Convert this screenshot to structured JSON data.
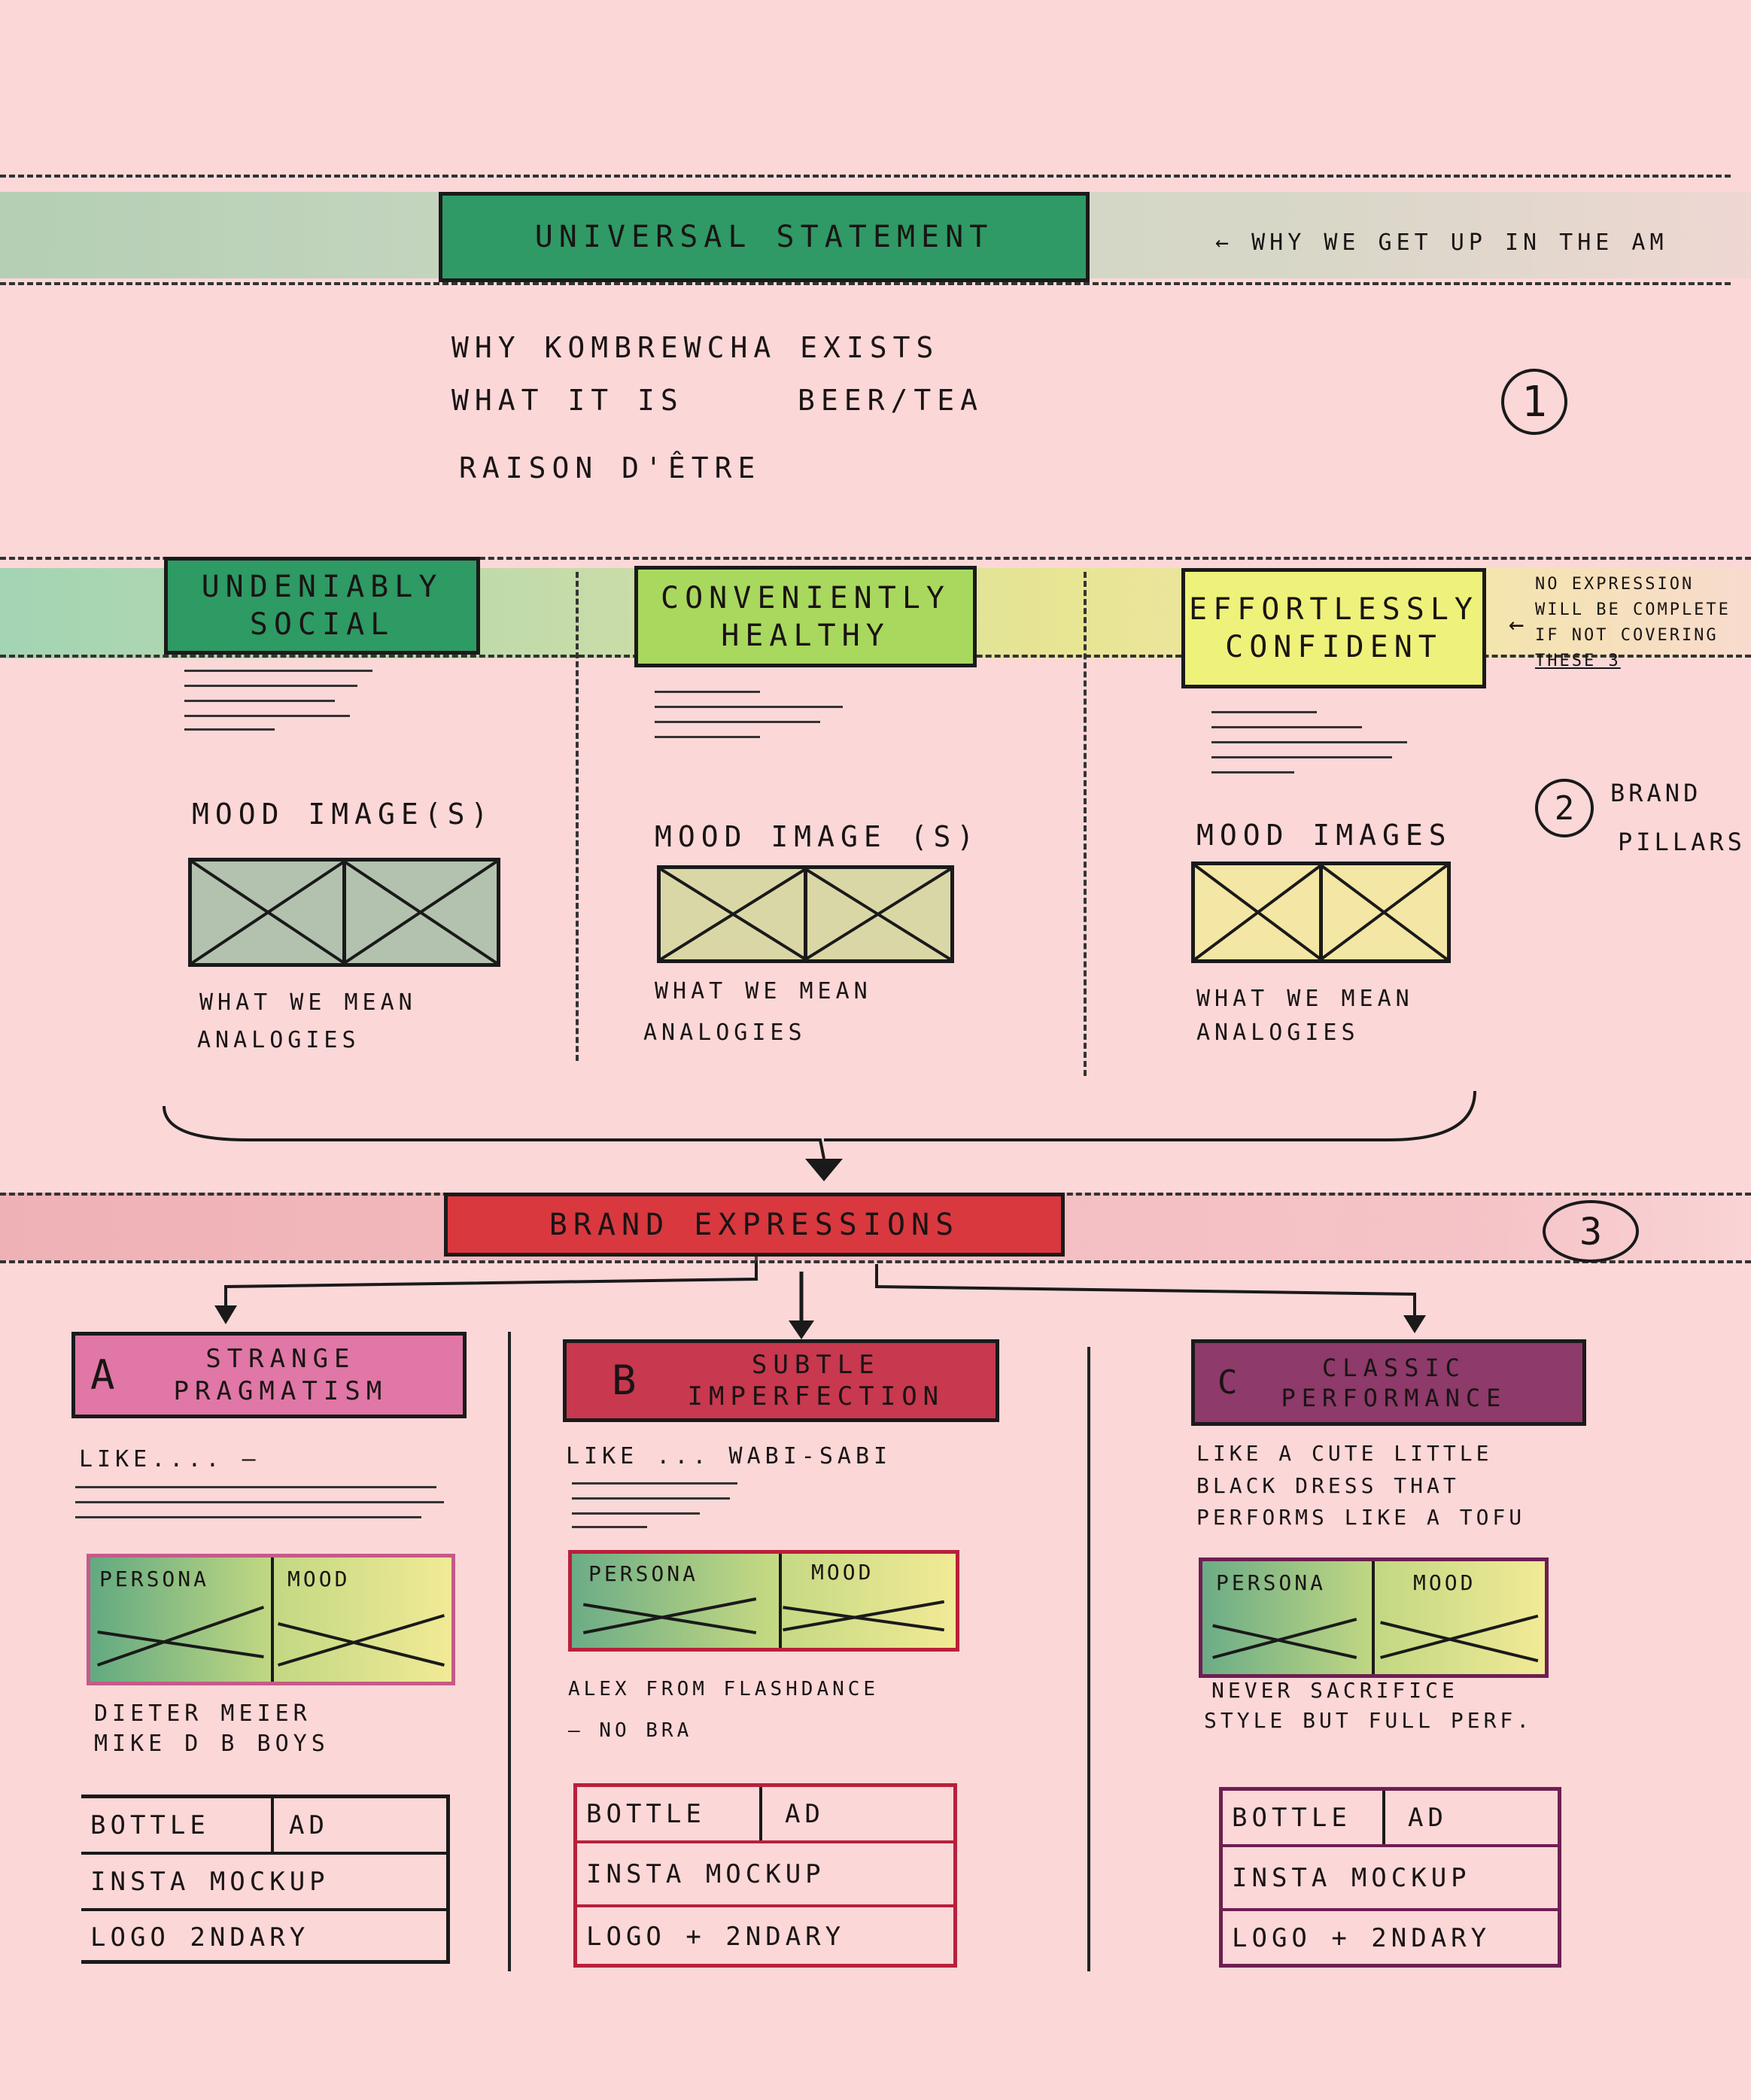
{
  "section1": {
    "title": "UNIVERSAL STATEMENT",
    "note": "WHY WE GET UP IN THE AM",
    "lines": [
      "WHY KOMBREWCHA EXISTS",
      "WHAT IT IS",
      "BEER/TEA",
      "RAISON D'ÊTRE"
    ],
    "number": "1"
  },
  "section2": {
    "number": "2",
    "label_line1": "BRAND",
    "label_line2": "PILLARS",
    "note_lines": [
      "NO EXPRESSION",
      "WILL BE COMPLETE",
      "IF NOT COVERING",
      "THESE 3"
    ],
    "pillars": [
      {
        "title_line1": "UNDENIABLY",
        "title_line2": "SOCIAL",
        "mood": "MOOD IMAGE(S)",
        "caption_line1": "WHAT WE MEAN",
        "caption_line2": "ANALOGIES",
        "color": "#2e9a64"
      },
      {
        "title_line1": "CONVENIENTLY",
        "title_line2": "HEALTHY",
        "mood": "MOOD IMAGE (S)",
        "caption_line1": "WHAT WE MEAN",
        "caption_line2": "ANALOGIES",
        "color": "#a9d85e"
      },
      {
        "title_line1": "EFFORTLESSLY",
        "title_line2": "CONFIDENT",
        "mood": "MOOD IMAGES",
        "caption_line1": "WHAT WE MEAN",
        "caption_line2": "ANALOGIES",
        "color": "#eef27a"
      }
    ]
  },
  "section3": {
    "title": "BRAND EXPRESSIONS",
    "number": "3",
    "expressions": [
      {
        "letter": "A",
        "title_line1": "STRANGE",
        "title_line2": "PRAGMATISM",
        "like": "LIKE.... —",
        "persona": "PERSONA",
        "mood": "MOOD",
        "desc_line1": "DIETER MEIER",
        "desc_line2": "MIKE D  B BOYS",
        "bottle": "BOTTLE",
        "ad": "AD",
        "insta": "INSTA MOCKUP",
        "logo": "LOGO 2NDARY",
        "color": "#e077a6",
        "frame": "#c55a8a"
      },
      {
        "letter": "B",
        "title_line1": "SUBTLE",
        "title_line2": "IMPERFECTION",
        "like": "LIKE ...  WABI-SABI",
        "persona": "PERSONA",
        "mood": "MOOD",
        "desc_line1": "ALEX FROM  FLASHDANCE",
        "desc_line2": "– NO BRA",
        "bottle": "BOTTLE",
        "ad": "AD",
        "insta": "INSTA  MOCKUP",
        "logo": "LOGO + 2NDARY",
        "color": "#c8384f",
        "frame": "#b8203a"
      },
      {
        "letter": "C",
        "title_line1": "CLASSIC",
        "title_line2": "PERFORMANCE",
        "like_line1": "LIKE A CUTE LITTLE",
        "like_line2": "BLACK DRESS THAT",
        "like_line3": "PERFORMS LIKE A TOFU",
        "persona": "PERSONA",
        "mood": "MOOD",
        "desc_line1": "NEVER SACRIFICE",
        "desc_line2": "STYLE BUT FULL PERF.",
        "bottle": "BOTTLE",
        "ad": "AD",
        "insta": "INSTA  MOCKUP",
        "logo": "LOGO + 2NDARY",
        "color": "#8e3a6a",
        "frame": "#6e1f52"
      }
    ]
  }
}
